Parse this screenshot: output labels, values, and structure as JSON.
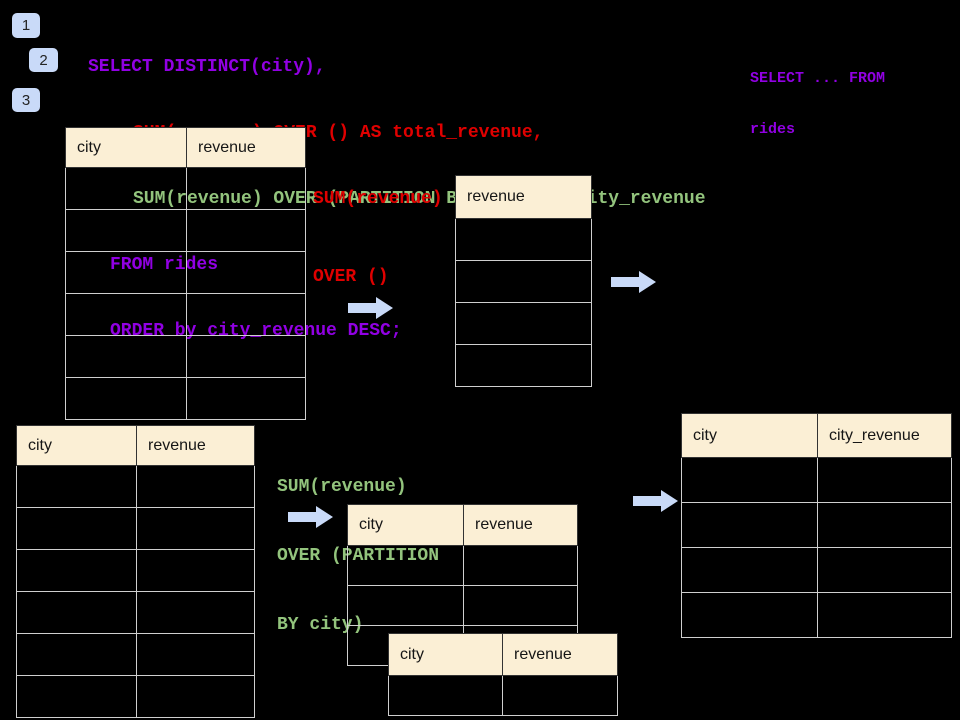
{
  "colors": {
    "background": "#000000",
    "code_purple": "#9100E3",
    "code_red": "#E00000",
    "code_green": "#93C47D",
    "badge_fill": "#C9DAF8",
    "arrow_fill": "#C9DAF8",
    "table_header_fill": "#FBEFD5"
  },
  "badges": {
    "b1": "1",
    "b2": "2",
    "b3": "3"
  },
  "sql": {
    "line1": "SELECT DISTINCT(city),",
    "line2": "SUM(revenue) OVER () AS total_revenue,",
    "line3": "SUM(revenue) OVER (PARTITION BY city) as city_revenue",
    "line4": "FROM rides",
    "line5": "ORDER by city_revenue DESC;"
  },
  "snippet": {
    "line1": "SELECT ... FROM",
    "line2": "rides"
  },
  "annotations": {
    "total": {
      "line1": "SUM(revenue)",
      "line2": "OVER ()"
    },
    "partition": {
      "line1": "SUM(revenue)",
      "line2": "OVER (PARTITION",
      "line3": "BY city)"
    }
  },
  "tables": {
    "input_top": {
      "columns": [
        "city",
        "revenue"
      ],
      "empty_rows": 6
    },
    "total_result": {
      "columns": [
        "revenue"
      ],
      "empty_rows": 4
    },
    "input_bottom": {
      "columns": [
        "city",
        "revenue"
      ],
      "empty_rows": 6
    },
    "partition_result_a": {
      "columns": [
        "city",
        "revenue"
      ],
      "empty_rows": 3
    },
    "partition_result_b": {
      "columns": [
        "city",
        "revenue"
      ],
      "empty_rows": 1
    },
    "final_result": {
      "columns": [
        "city",
        "city_revenue"
      ],
      "empty_rows": 4
    }
  }
}
